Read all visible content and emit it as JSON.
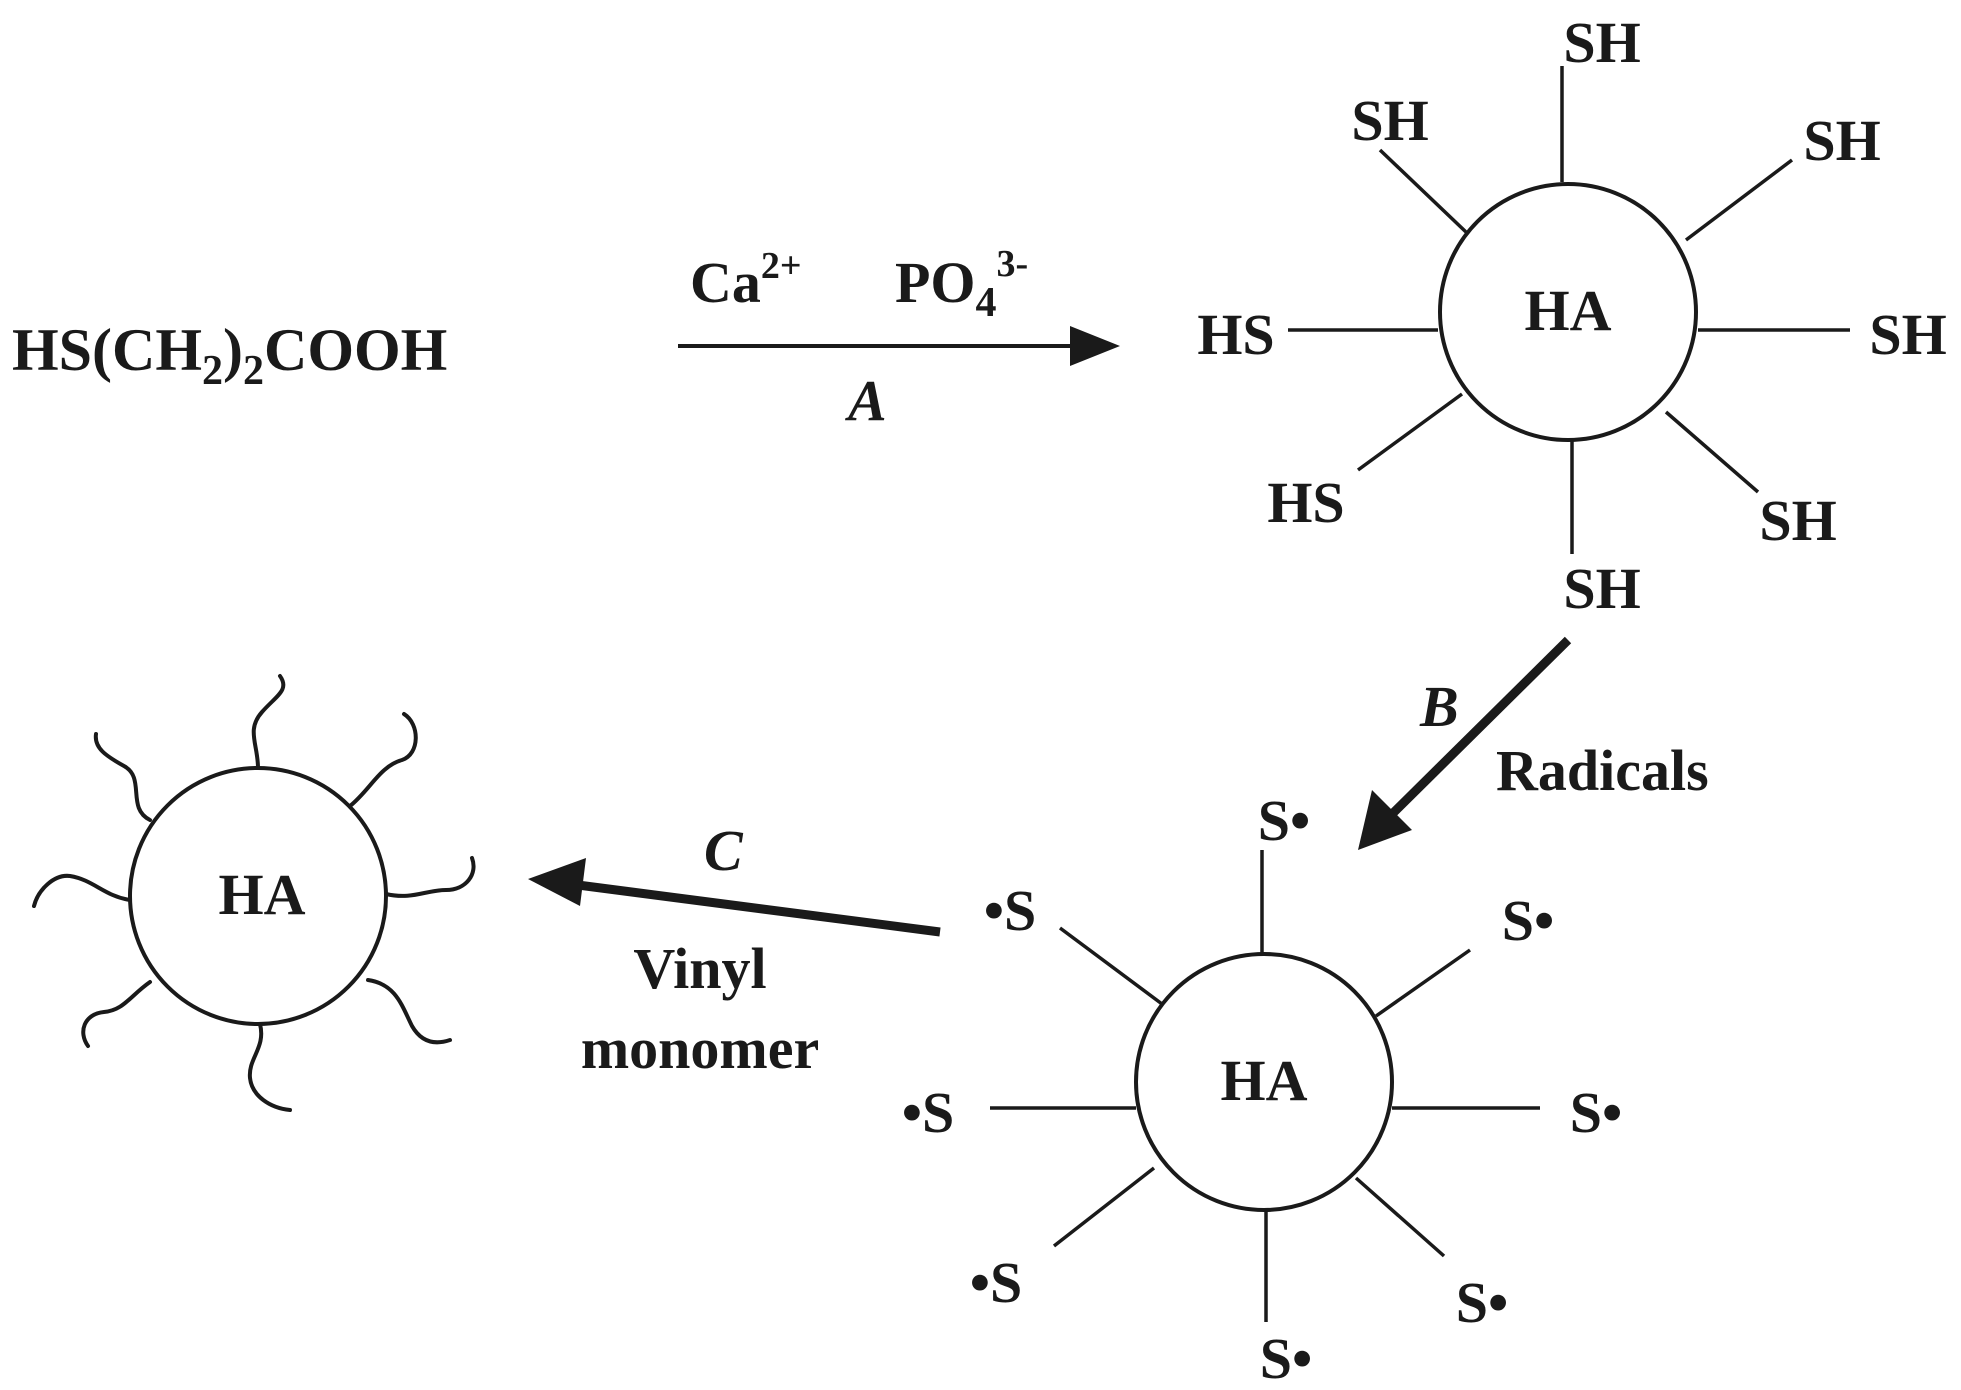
{
  "reactant": {
    "p1": "HS(CH",
    "sub2": "2",
    "p2": ")",
    "sub3": "2",
    "p3": "COOH"
  },
  "step_a": {
    "ca": "Ca",
    "ca_charge": "2+",
    "po": "PO",
    "po_sub": "4",
    "po_charge": "3-",
    "letter": "A"
  },
  "step_b": {
    "letter": "B",
    "label": "Radicals"
  },
  "step_c": {
    "letter": "C",
    "label_line1": "Vinyl",
    "label_line2": "monomer"
  },
  "particles": {
    "core_label": "HA"
  },
  "thiol_groups": {
    "sh": "SH",
    "hs": "HS"
  },
  "radical_groups": {
    "s": "S",
    "dot": "•"
  },
  "colors": {
    "ink": "#1a1a1a",
    "background": "#ffffff"
  }
}
